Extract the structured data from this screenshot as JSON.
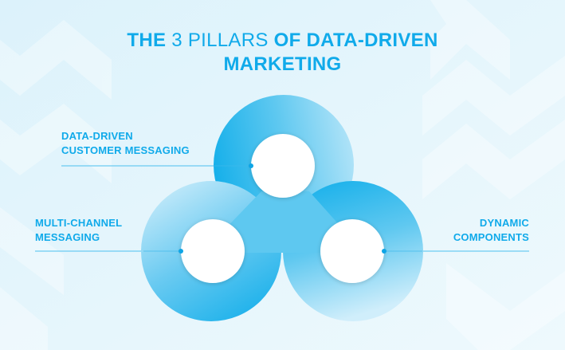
{
  "title": {
    "line1_bold_a": "THE",
    "line1_light": " 3 PILLARS ",
    "line1_bold_b": "OF DATA-DRIVEN",
    "line2": "MARKETING"
  },
  "pillars": [
    {
      "id": "top",
      "line1": "DATA-DRIVEN",
      "line2": "CUSTOMER MESSAGING"
    },
    {
      "id": "left",
      "line1": "MULTI-CHANNEL",
      "line2": "MESSAGING"
    },
    {
      "id": "right",
      "line1": "DYNAMIC",
      "line2": "COMPONENTS"
    }
  ],
  "colors": {
    "title": "#10aaea",
    "background": "#e4f5fc",
    "ring_dark": "#14b0ea",
    "ring_light": "#b9e6f8",
    "triangle": "#5ec8f0",
    "line": "#4cc0ef"
  }
}
